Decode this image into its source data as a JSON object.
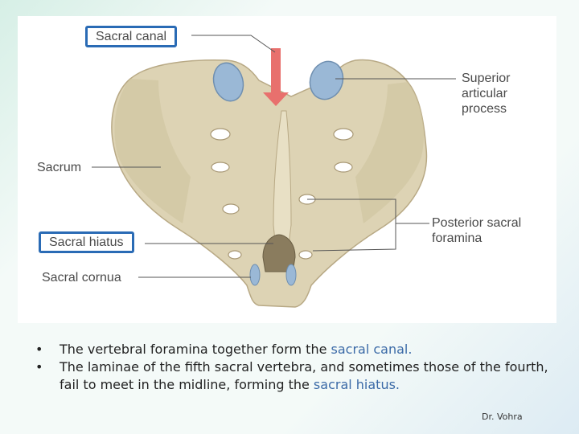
{
  "figure": {
    "labels": {
      "sacral_canal": "Sacral canal",
      "superior_articular_process": "Superior articular process",
      "sacrum": "Sacrum",
      "posterior_sacral_foramina": "Posterior sacral foramina",
      "sacral_hiatus": "Sacral hiatus",
      "sacral_cornua": "Sacral cornua"
    },
    "colors": {
      "bone": "#ddd3b4",
      "bone_shadow": "#c9bd98",
      "cartilage": "#9ab8d6",
      "arrow": "#e8706d",
      "highlight_box": "#2a6bb5"
    }
  },
  "bullets": [
    {
      "marker": "•",
      "text": "The vertebral foramina together form the ",
      "highlight": "sacral canal."
    },
    {
      "marker": "•",
      "text": "The laminae of the fifth sacral vertebra, and sometimes those of the fourth, fail to meet in the midline, forming the ",
      "highlight": "sacral hiatus."
    }
  ],
  "credit": "Dr. Vohra"
}
